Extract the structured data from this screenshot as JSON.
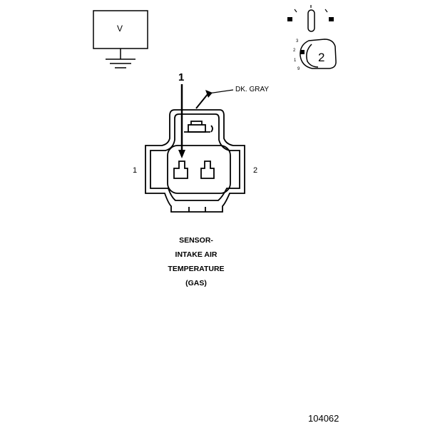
{
  "meter": {
    "label": "V"
  },
  "selector": {
    "knob_label": "2",
    "scale_labels": [
      "3",
      "2",
      "1",
      "9"
    ]
  },
  "callout": {
    "number": "1"
  },
  "wire_color": "DK. GRAY",
  "pins": {
    "left": "1",
    "right": "2"
  },
  "component_title": [
    "SENSOR-",
    "INTAKE AIR",
    "TEMPERATURE",
    "(GAS)"
  ],
  "figure_id": "104062"
}
